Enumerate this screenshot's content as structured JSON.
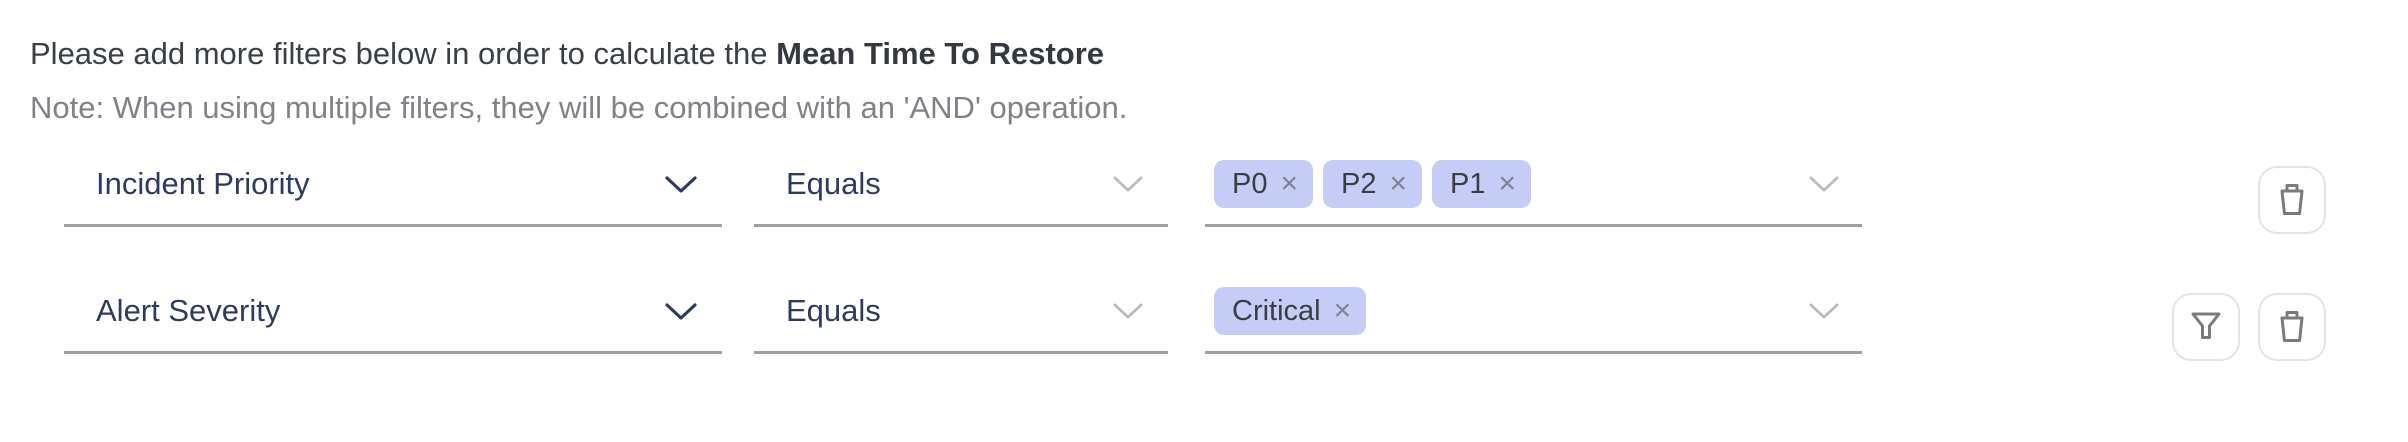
{
  "intro": {
    "prefix": "Please add more filters below in order to calculate the ",
    "metric": "Mean Time To Restore",
    "note": "Note: When using multiple filters, they will be combined with an 'AND' operation."
  },
  "ui": {
    "remove_symbol": "×"
  },
  "colors": {
    "field_text": "#2d3b5e",
    "note_text": "#7f8388",
    "underline": "#9ca1a7",
    "tag_background": "#c5cdf7",
    "tag_text": "#3a3d42",
    "icon_gray": "#787c80"
  },
  "rows": [
    {
      "field": "Incident Priority",
      "operator": "Equals",
      "values": [
        "P0",
        "P2",
        "P1"
      ]
    },
    {
      "field": "Alert Severity",
      "operator": "Equals",
      "values": [
        "Critical"
      ]
    }
  ]
}
